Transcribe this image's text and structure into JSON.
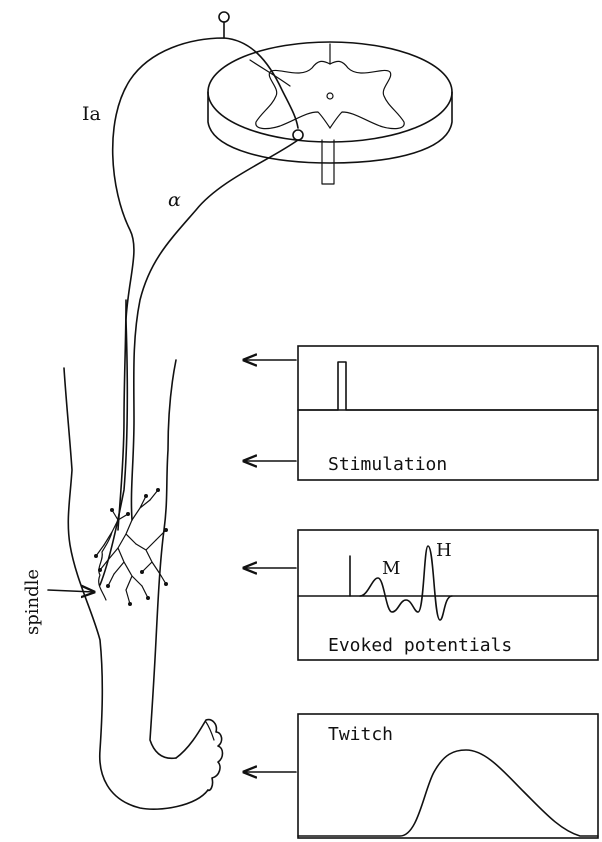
{
  "labels": {
    "ia": "Ia",
    "alpha": "α",
    "spindle": "spindle",
    "m": "M",
    "h": "H"
  },
  "panels": {
    "stimulation": "Stimulation",
    "evoked": "Evoked potentials",
    "twitch": "Twitch"
  }
}
